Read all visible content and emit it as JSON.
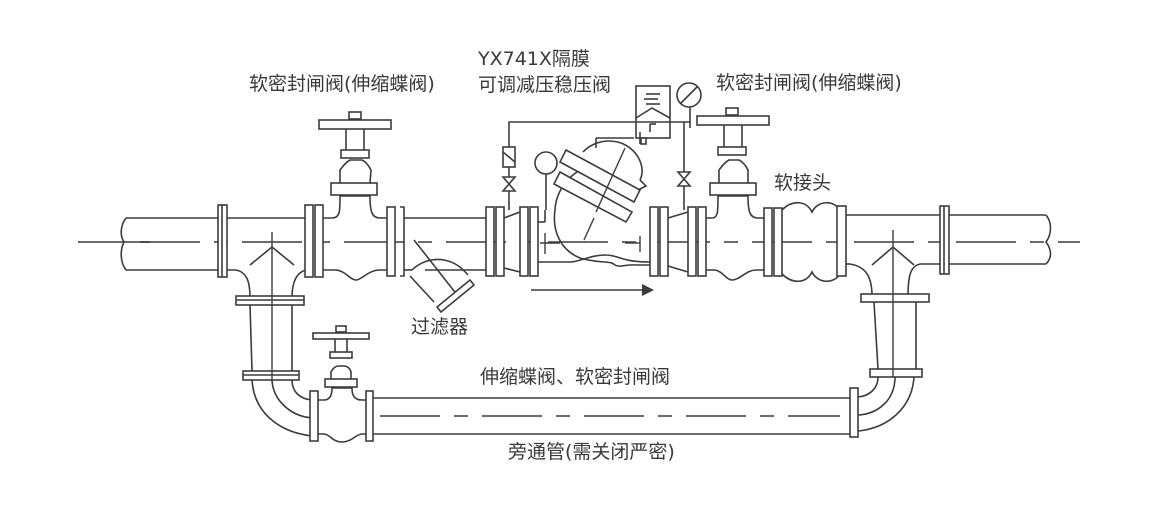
{
  "diagram": {
    "title": "YX741X diaphragm pressure reducing valve installation diagram",
    "labels": {
      "left_gate_valve": "软密封闸阀(伸缩蝶阀)",
      "prv_line1": "YX741X隔膜",
      "prv_line2": "可调减压稳压阀",
      "right_gate_valve": "软密封闸阀(伸缩蝶阀)",
      "soft_joint": "软接头",
      "strainer": "过滤器",
      "bypass_valves": "伸缩蝶阀、软密封闸阀",
      "bypass_pipe": "旁通管(需关闭严密)"
    },
    "flow_direction": "left-to-right",
    "colors": {
      "line": "#3c3c3c",
      "text": "#3a3a3a",
      "background": "#ffffff"
    }
  }
}
